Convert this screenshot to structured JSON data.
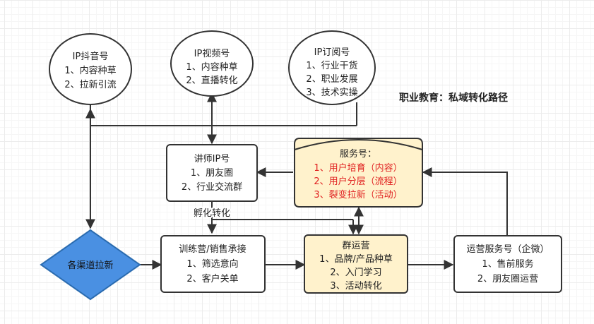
{
  "title": "职业教育：私域转化路径",
  "edge_label": "孵化转化",
  "colors": {
    "stroke": "#333333",
    "yellow_fill": "#fff2cc",
    "diamond_fill": "#4a90e2",
    "diamond_stroke": "#2b6cb0",
    "red_text": "#e02020"
  },
  "nodes": {
    "douyin": {
      "title": "IP抖音号",
      "lines": [
        "1、内容种草",
        "2、拉新引流"
      ]
    },
    "shipin": {
      "title": "IP视频号",
      "lines": [
        "1、内容种草",
        "2、直播转化"
      ]
    },
    "dingyue": {
      "title": "IP订阅号",
      "lines": [
        "1、行业干货",
        "2、职业发展",
        "3、技术实操"
      ]
    },
    "jiangshi": {
      "title": "讲师IP号",
      "lines": [
        "1、朋友圈",
        "2、行业交流群"
      ]
    },
    "fuwu": {
      "title": "服务号：",
      "lines": [
        "1、用户培育（内容）",
        "2、用户分层（流程）",
        "3、裂变拉新（活动）"
      ]
    },
    "qudao": {
      "title": "各渠道拉新"
    },
    "xunlian": {
      "title": "训练营/销售承接",
      "lines": [
        "1、筛选意向",
        "2、客户关单"
      ]
    },
    "qunyunying": {
      "title": "群运营",
      "lines": [
        "1、品牌/产品种草",
        "2、入门学习",
        "3、活动转化"
      ]
    },
    "yunying": {
      "title": "运营服务号（企微）",
      "lines": [
        "1、售前服务",
        "2、朋友圈运营"
      ]
    }
  }
}
